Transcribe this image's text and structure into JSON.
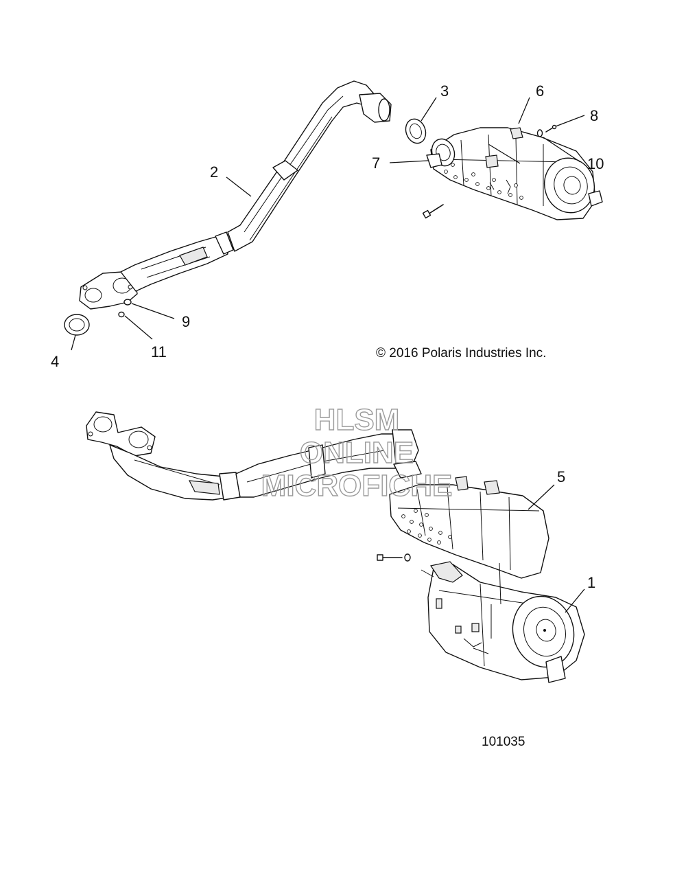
{
  "copyright": "© 2016 Polaris Industries Inc.",
  "figure_number": "101035",
  "watermark": [
    "HLSM",
    "ONLINE",
    "MICROFICHE"
  ],
  "callouts": {
    "c1": "1",
    "c2": "2",
    "c3": "3",
    "c4": "4",
    "c5": "5",
    "c6": "6",
    "c7": "7",
    "c8": "8",
    "c9": "9",
    "c10": "10",
    "c11": "11"
  }
}
